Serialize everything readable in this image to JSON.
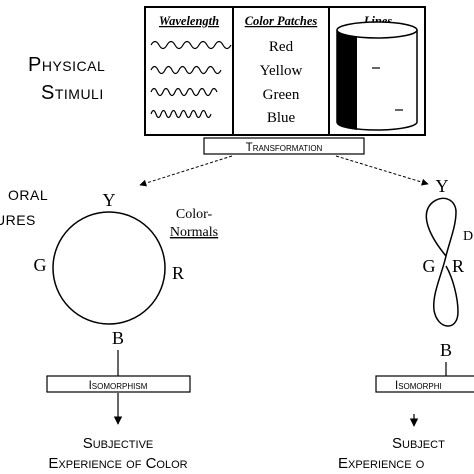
{
  "physical_stimuli": {
    "line1": "Physical",
    "line2": "Stimuli"
  },
  "stimulus_table": {
    "headers": {
      "wavelength": "Wavelength",
      "color_patches": "Color Patches",
      "lines": "Lines"
    },
    "color_patches": [
      "Red",
      "Yellow",
      "Green",
      "Blue"
    ]
  },
  "transformation_label": "Transformation",
  "behavioral_structures": {
    "line1": "oral",
    "line2": "ures"
  },
  "color_normals": {
    "label_line1": "Color-",
    "label_line2": "Normals",
    "nodes": {
      "top": "Y",
      "left": "G",
      "right": "R",
      "bottom": "B"
    },
    "isomorphism_label": "Isomorphism",
    "experience_line1": "Subjective",
    "experience_line2": "Experience of Color"
  },
  "second_group": {
    "label_fragment": "D",
    "nodes": {
      "top": "Y",
      "left": "G",
      "right": "R",
      "bottom": "B"
    },
    "isomorphism_label": "Isomorphi",
    "experience_line1": "Subject",
    "experience_line2": "Experience o"
  }
}
